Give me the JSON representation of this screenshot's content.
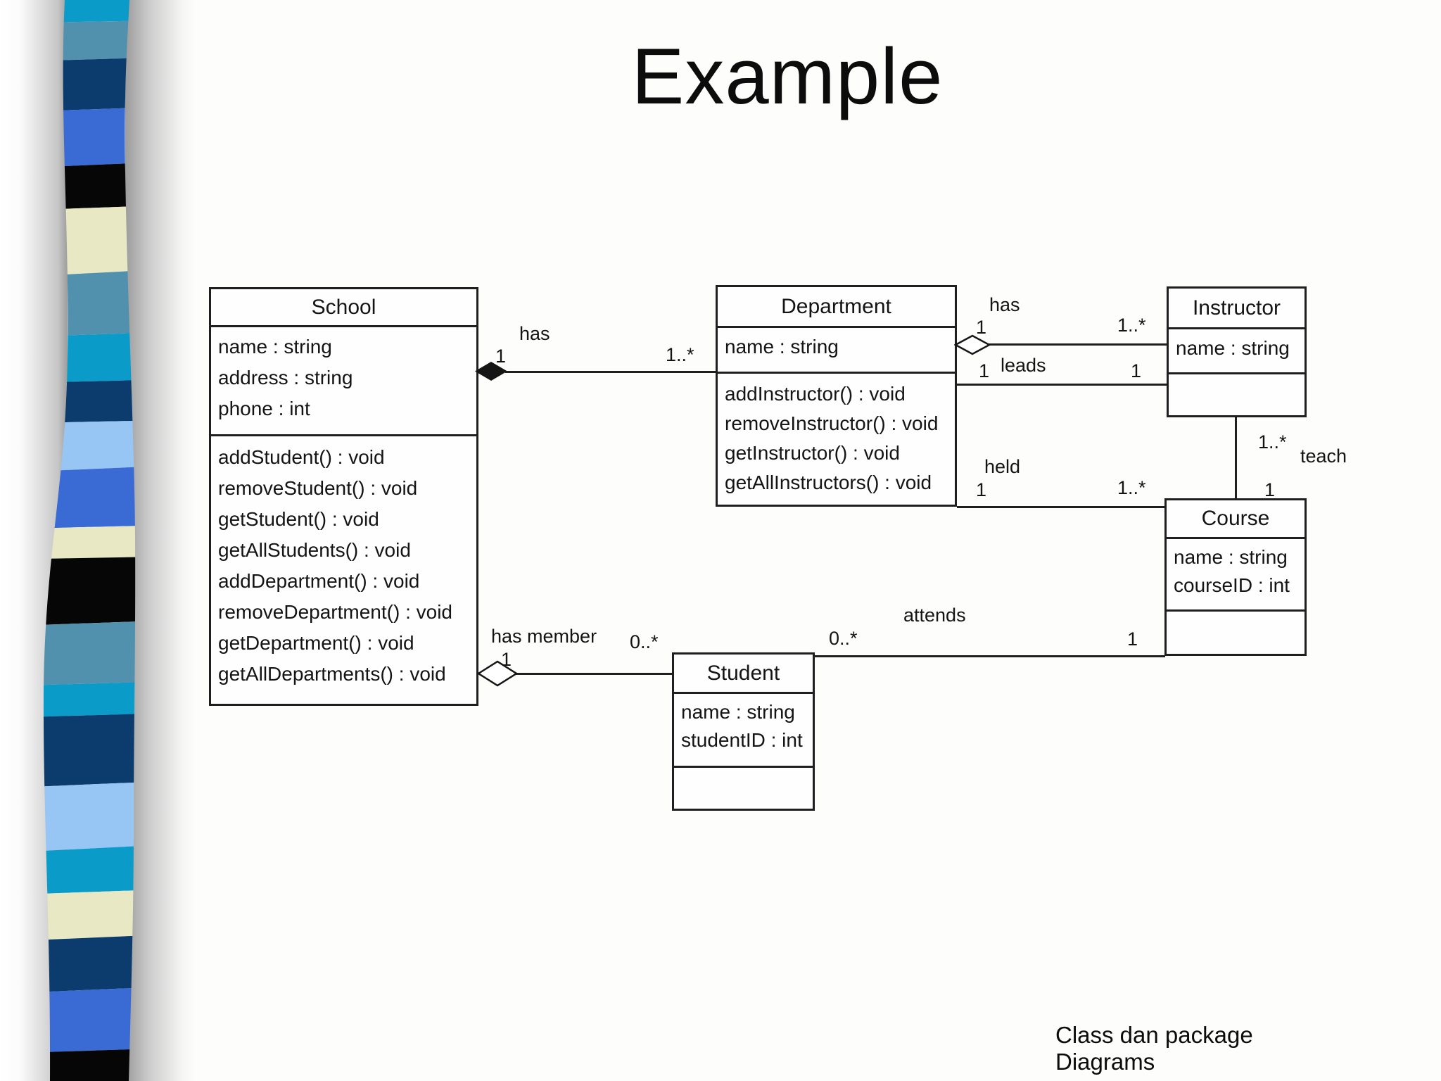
{
  "title": "Example",
  "footer": "Class dan package Diagrams",
  "classes": {
    "school": {
      "name": "School",
      "attributes": [
        "name : string",
        "address : string",
        "phone : int"
      ],
      "methods": [
        "addStudent() : void",
        "removeStudent() : void",
        "getStudent() : void",
        "getAllStudents() : void",
        "addDepartment() : void",
        "removeDepartment() : void",
        "getDepartment() : void",
        "getAllDepartments() : void"
      ]
    },
    "department": {
      "name": "Department",
      "attributes": [
        "name : string"
      ],
      "methods": [
        "addInstructor() : void",
        "removeInstructor() : void",
        "getInstructor() : void",
        "getAllInstructors() : void"
      ]
    },
    "instructor": {
      "name": "Instructor",
      "attributes": [
        "name : string"
      ],
      "methods": []
    },
    "course": {
      "name": "Course",
      "attributes": [
        "name : string",
        "courseID : int"
      ],
      "methods": []
    },
    "student": {
      "name": "Student",
      "attributes": [
        "name : string",
        "studentID : int"
      ],
      "methods": []
    }
  },
  "relationships": {
    "school_department": {
      "name": "has",
      "near": "1",
      "far": "1..*",
      "from": "School",
      "to": "Department",
      "kind": "composition"
    },
    "school_student": {
      "name": "has member",
      "near": "1",
      "far": "0..*",
      "from": "School",
      "to": "Student",
      "kind": "aggregation"
    },
    "department_instructor_has": {
      "name": "has",
      "near": "1",
      "far": "1..*",
      "from": "Department",
      "to": "Instructor",
      "kind": "aggregation"
    },
    "department_instructor_leads": {
      "name": "leads",
      "near": "1",
      "far": "1",
      "from": "Department",
      "to": "Instructor",
      "kind": "association"
    },
    "department_course_held": {
      "name": "held",
      "near": "1",
      "far": "1..*",
      "from": "Department",
      "to": "Course",
      "kind": "association"
    },
    "instructor_course_teach": {
      "name": "teach",
      "near": "1..*",
      "far": "1",
      "from": "Instructor",
      "to": "Course",
      "kind": "association"
    },
    "student_course_attends": {
      "name": "attends",
      "near": "0..*",
      "far": "1",
      "from": "Student",
      "to": "Course",
      "kind": "association"
    }
  },
  "ribbon": {
    "colors": [
      "#0a9bc9",
      "#5191ae",
      "#0b3c6d",
      "#3a6ad4",
      "#060606",
      "#e9e8c4",
      "#5191ae",
      "#0a9bc9",
      "#0b3c6d",
      "#97c5f4",
      "#3a6ad4",
      "#e9e8c4",
      "#060606",
      "#5191ae",
      "#0a9bc9",
      "#0b3c6d",
      "#97c5f4",
      "#0a9bc9",
      "#e9e8c4",
      "#0b3c6d",
      "#3a6ad4",
      "#060606"
    ]
  }
}
